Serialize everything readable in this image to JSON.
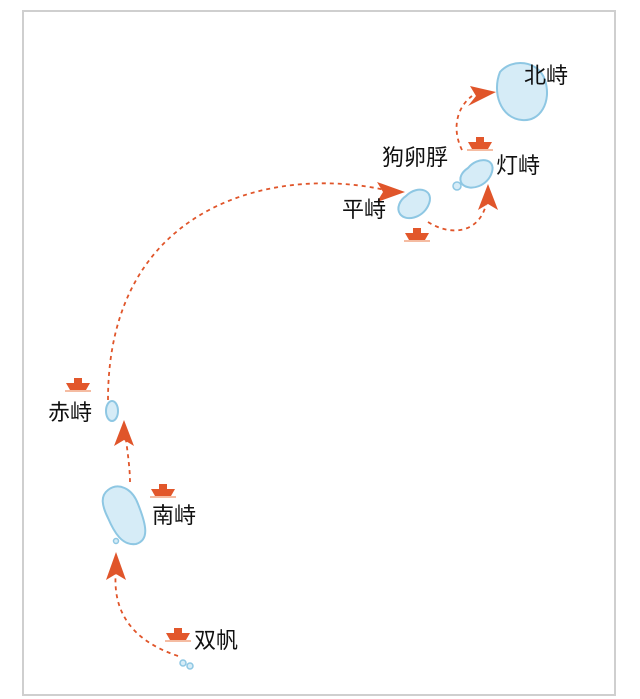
{
  "map": {
    "title": "",
    "islands": [
      {
        "id": "beiji",
        "name": "北峙"
      },
      {
        "id": "gouluanfu",
        "name": "狗卵脬"
      },
      {
        "id": "dengji",
        "name": "灯峙"
      },
      {
        "id": "pingji",
        "name": "平峙"
      },
      {
        "id": "chiji",
        "name": "赤峙"
      },
      {
        "id": "nanji",
        "name": "南峙"
      },
      {
        "id": "shuangfan",
        "name": "双帆"
      }
    ],
    "route_order": [
      "双帆",
      "南峙",
      "赤峙",
      "平峙",
      "灯峙",
      "北峙"
    ],
    "colors": {
      "island_fill": "#d6ecf7",
      "island_stroke": "#8ec7e3",
      "route": "#e0552a",
      "boat_hull": "#e2572b",
      "frame": "#cfcfcf"
    },
    "icons": [
      "boat-icon",
      "route-arrow-icon"
    ]
  }
}
